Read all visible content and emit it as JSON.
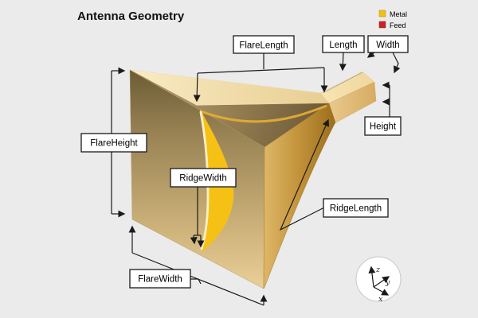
{
  "title": "Antenna Geometry",
  "legend": {
    "metal": {
      "label": "Metal",
      "color": "#F2C013"
    },
    "feed": {
      "label": "Feed",
      "color": "#CC2222"
    }
  },
  "dimension_labels": {
    "flare_length": "FlareLength",
    "length": "Length",
    "width": "Width",
    "height": "Height",
    "flare_height": "FlareHeight",
    "ridge_width": "RidgeWidth",
    "ridge_length": "RidgeLength",
    "flare_width": "FlareWidth"
  },
  "axes_triad": {
    "x": "x",
    "y": "y",
    "z": "z"
  },
  "colors": {
    "background": "#EBEBEB",
    "metal_bright": "#F6C115",
    "annotation": "#1A1A1A"
  }
}
